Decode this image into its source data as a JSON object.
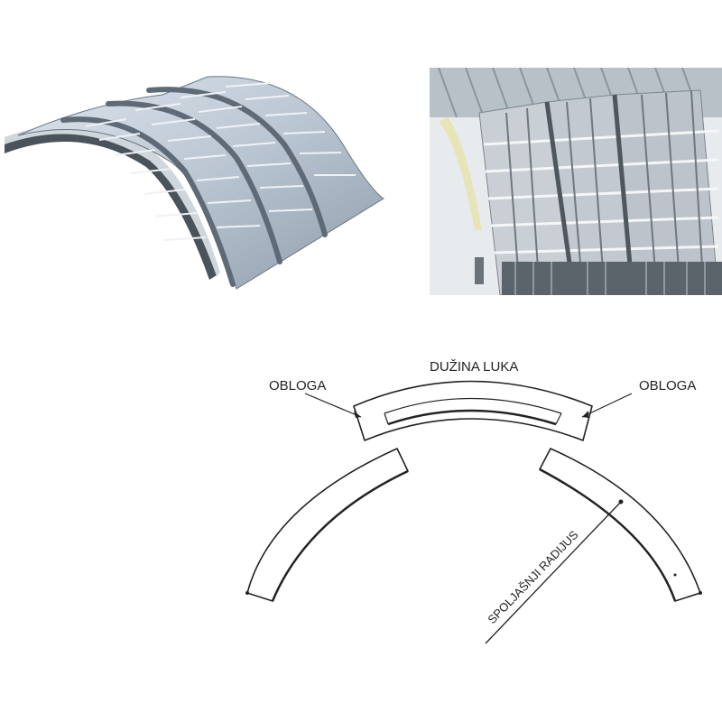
{
  "labels": {
    "obloga_left": "OBLOGA",
    "obloga_right": "OBLOGA",
    "arc_length": "DUŽINA LUKA",
    "outer_radius": "SPOLJAŠNJI RADIJUS"
  },
  "colors": {
    "panel_light": "#c8d2dc",
    "panel_mid": "#a7b4c2",
    "panel_dark": "#55606b",
    "sheet_background": "#e8ebee",
    "insulation": "#e7e4b8",
    "line": "#222222"
  }
}
